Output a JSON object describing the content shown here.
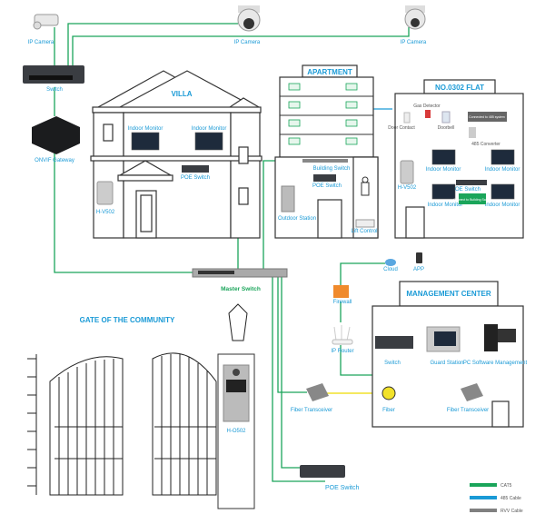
{
  "cameras": [
    {
      "label": "IP Camera"
    },
    {
      "label": "IP Camera"
    },
    {
      "label": "IP Camera"
    }
  ],
  "switch_label": "Switch",
  "onvif_label": "ONVIF Gateway",
  "villa": {
    "title": "VILLA",
    "monitor1": "Indoor Monitor",
    "monitor2": "Indoor Monitor",
    "poe": "POE Switch",
    "door_station": "H-V502"
  },
  "apartment": {
    "title": "APARTMENT",
    "building_switch": "Building Switch",
    "poe": "POE Switch",
    "outdoor": "Outdoor Station",
    "lift": "Lift Control"
  },
  "flat": {
    "title": "NO.0302 FLAT",
    "gas": "Gas Detector",
    "door_contact": "Door Contact",
    "doorbell": "Doorbell",
    "connected_note": "Connected to 485 system",
    "converter": "485 Converter",
    "monitors": [
      "Indoor Monitor",
      "Indoor Monitor",
      "Indoor Monitor",
      "Indoor Monitor"
    ],
    "door_station": "H-V502",
    "poe": "POE Switch",
    "connect_note": "Connect to Building Switch"
  },
  "master_switch": "Master Switch",
  "cloud": "Cloud",
  "app": "APP",
  "firewall": "Firewall",
  "router": "IP Router",
  "management": {
    "title": "MANAGEMENT CENTER",
    "switch": "Switch",
    "guard": "Guard Station",
    "pc": "PC Software Management",
    "fiber_tx1": "Fiber Transceiver",
    "fiber": "Fiber",
    "fiber_tx2": "Fiber Transceiver"
  },
  "gate": {
    "title": "GATE OF THE COMMUNITY",
    "station": "H-O502"
  },
  "poe_switch_bottom": "POE Switch",
  "legend": [
    {
      "label": "CAT5",
      "color": "#1aa55a"
    },
    {
      "label": "485 Cable",
      "color": "#1a9ad6"
    },
    {
      "label": "RVV Cable",
      "color": "#808080"
    }
  ],
  "colors": {
    "cat5": "#1aa55a",
    "cable485": "#1a9ad6",
    "rvv": "#d83a3a",
    "fiber": "#f2e22a",
    "label": "#1a9ad6",
    "firewall": "#f08a2c"
  }
}
